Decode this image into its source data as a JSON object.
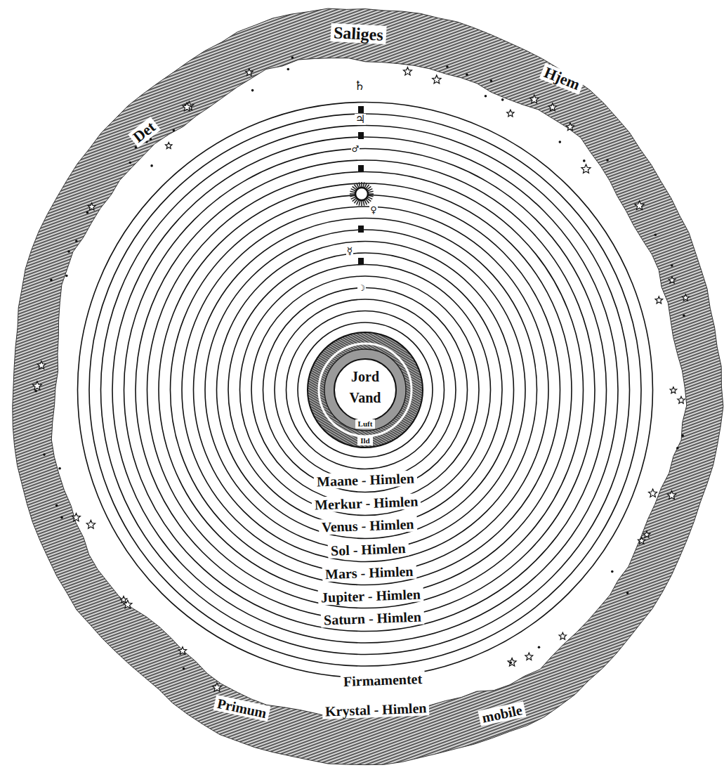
{
  "diagram": {
    "labels": [
      "Det",
      "Saliges",
      "Hjem",
      "♄",
      "♃",
      "♂",
      "♀",
      "☿",
      "☽",
      "Jord",
      "Vand",
      "Luft",
      "Ild",
      "Maane - Himlen",
      "Merkur - Himlen",
      "Venus - Himlen",
      "Sol - Himlen",
      "Mars - Himlen",
      "Jupiter - Himlen",
      "Saturn - Himlen",
      "Firmamentet",
      "Krystal - Himlen",
      "Primum",
      "mobile"
    ]
  }
}
